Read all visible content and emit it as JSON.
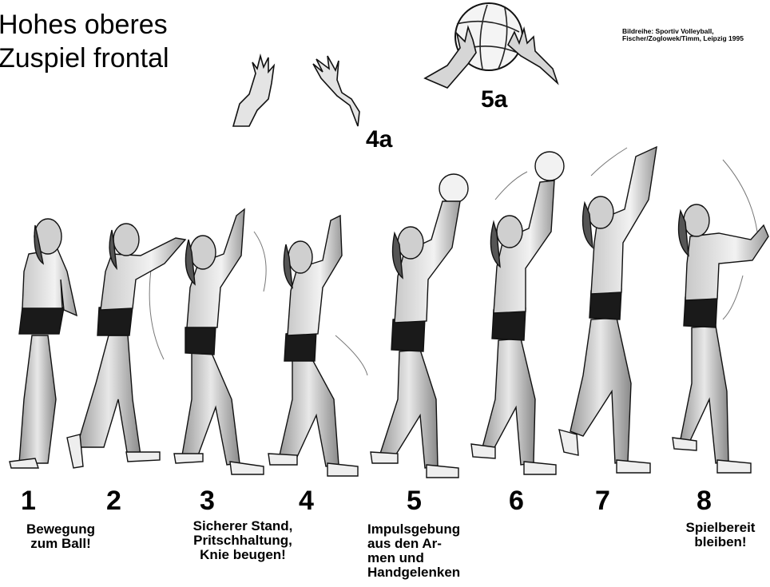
{
  "title": "Hohes oberes\nZuspiel frontal",
  "credit": "Bildreihe: Sportiv Volleyball,\nFischer/Zoglowek/Timm, Leipzig 1995",
  "detail_labels": [
    "4a",
    "5a"
  ],
  "phases": [
    {
      "number": "1",
      "caption": "Bewegung\nzum Ball!"
    },
    {
      "number": "2",
      "caption": ""
    },
    {
      "number": "3",
      "caption": "Sicherer Stand,\nPritschhaltung,\nKnie beugen!"
    },
    {
      "number": "4",
      "caption": ""
    },
    {
      "number": "5",
      "caption": "Impulsgebung\naus den Ar-\nmen und\nHandgelenken"
    },
    {
      "number": "6",
      "caption": ""
    },
    {
      "number": "7",
      "caption": ""
    },
    {
      "number": "8",
      "caption": "Spielbereit\nbleiben!"
    }
  ]
}
